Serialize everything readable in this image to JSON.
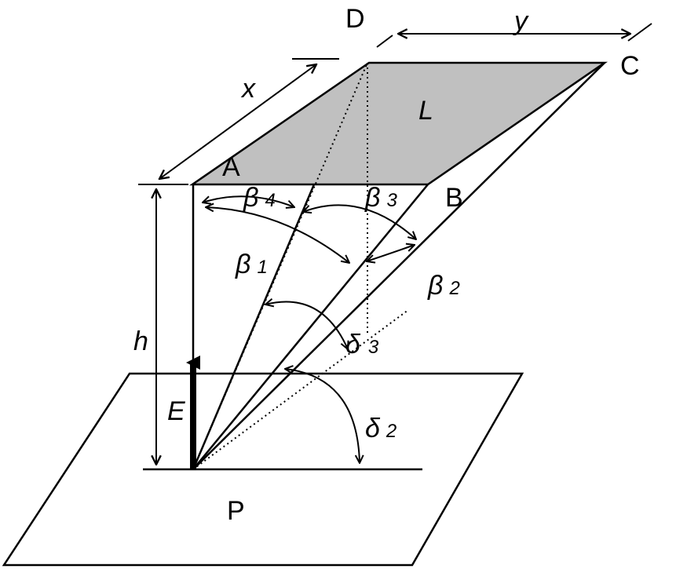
{
  "diagram": {
    "vertices": {
      "A": "A",
      "B": "B",
      "C": "C",
      "D": "D",
      "P": "P"
    },
    "dimensions": {
      "x": "x",
      "y": "y",
      "h": "h"
    },
    "surface": {
      "L": "L"
    },
    "vector": {
      "E": "E"
    },
    "angles": {
      "beta1": {
        "symbol": "β",
        "index": "1"
      },
      "beta2": {
        "symbol": "β",
        "index": "2"
      },
      "beta3": {
        "symbol": "β",
        "index": "3"
      },
      "beta4": {
        "symbol": "β",
        "index": "4"
      },
      "delta2": {
        "symbol": "δ",
        "index": "2"
      },
      "delta3": {
        "symbol": "δ",
        "index": "3"
      }
    },
    "colors": {
      "surface_fill": "#c0c0c0",
      "line": "#000000",
      "background": "#ffffff"
    }
  }
}
